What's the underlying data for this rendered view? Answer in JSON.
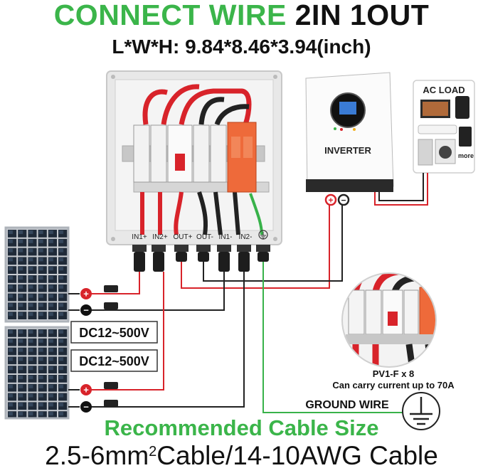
{
  "title": {
    "green": "CONNECT WIRE",
    "black": "2IN 1OUT"
  },
  "dimensions": "L*W*H: 9.84*8.46*3.94(inch)",
  "box": {
    "terminals": [
      "IN1+",
      "IN2+",
      "OUT+",
      "OUT-",
      "IN1-",
      "IN2-"
    ]
  },
  "inverter": {
    "label": "INVERTER",
    "terminals": [
      "+",
      "−"
    ]
  },
  "ac_load": {
    "label": "AC LOAD",
    "more": "more"
  },
  "solar": {
    "voltage_1": "DC12~500V",
    "voltage_2": "DC12~500V",
    "polarity": [
      "+",
      "−",
      "+",
      "−"
    ]
  },
  "wire_note": {
    "line1": "PV1-F x 8",
    "line2": "Can carry current up to 70A"
  },
  "ground": {
    "label": "GROUND WIRE"
  },
  "footer": {
    "recommended": "Recommended Cable Size",
    "cable_pre": "2.5-6mm",
    "cable_sup": "2",
    "cable_post": "Cable/14-10AWG Cable"
  },
  "colors": {
    "green": "#3bb54a",
    "wire_red": "#d8232a",
    "wire_black": "#222222",
    "ground_green": "#38b24a"
  }
}
